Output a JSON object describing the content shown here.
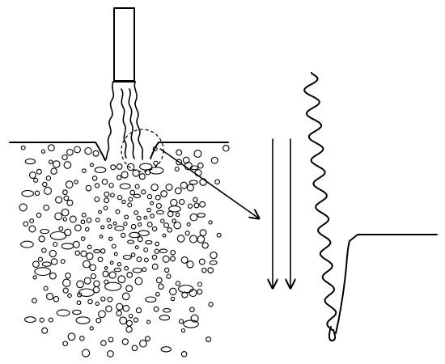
{
  "diagram": {
    "description_visible_text": [],
    "colors": {
      "stroke": "#000000",
      "background": "#ffffff"
    },
    "elements": {
      "drill_bit": "drill-bit-shank-with-spiral-tip",
      "ground_surface": "surface-line",
      "cavity_bubbles": "bubble-field-below-surface",
      "detail_circle": "dashed-magnifier-circle",
      "pointer_arrow": "arrow-to-detail",
      "downward_arrows": 2,
      "detail_profile": "wavy-fracture-profile-with-crack"
    }
  }
}
